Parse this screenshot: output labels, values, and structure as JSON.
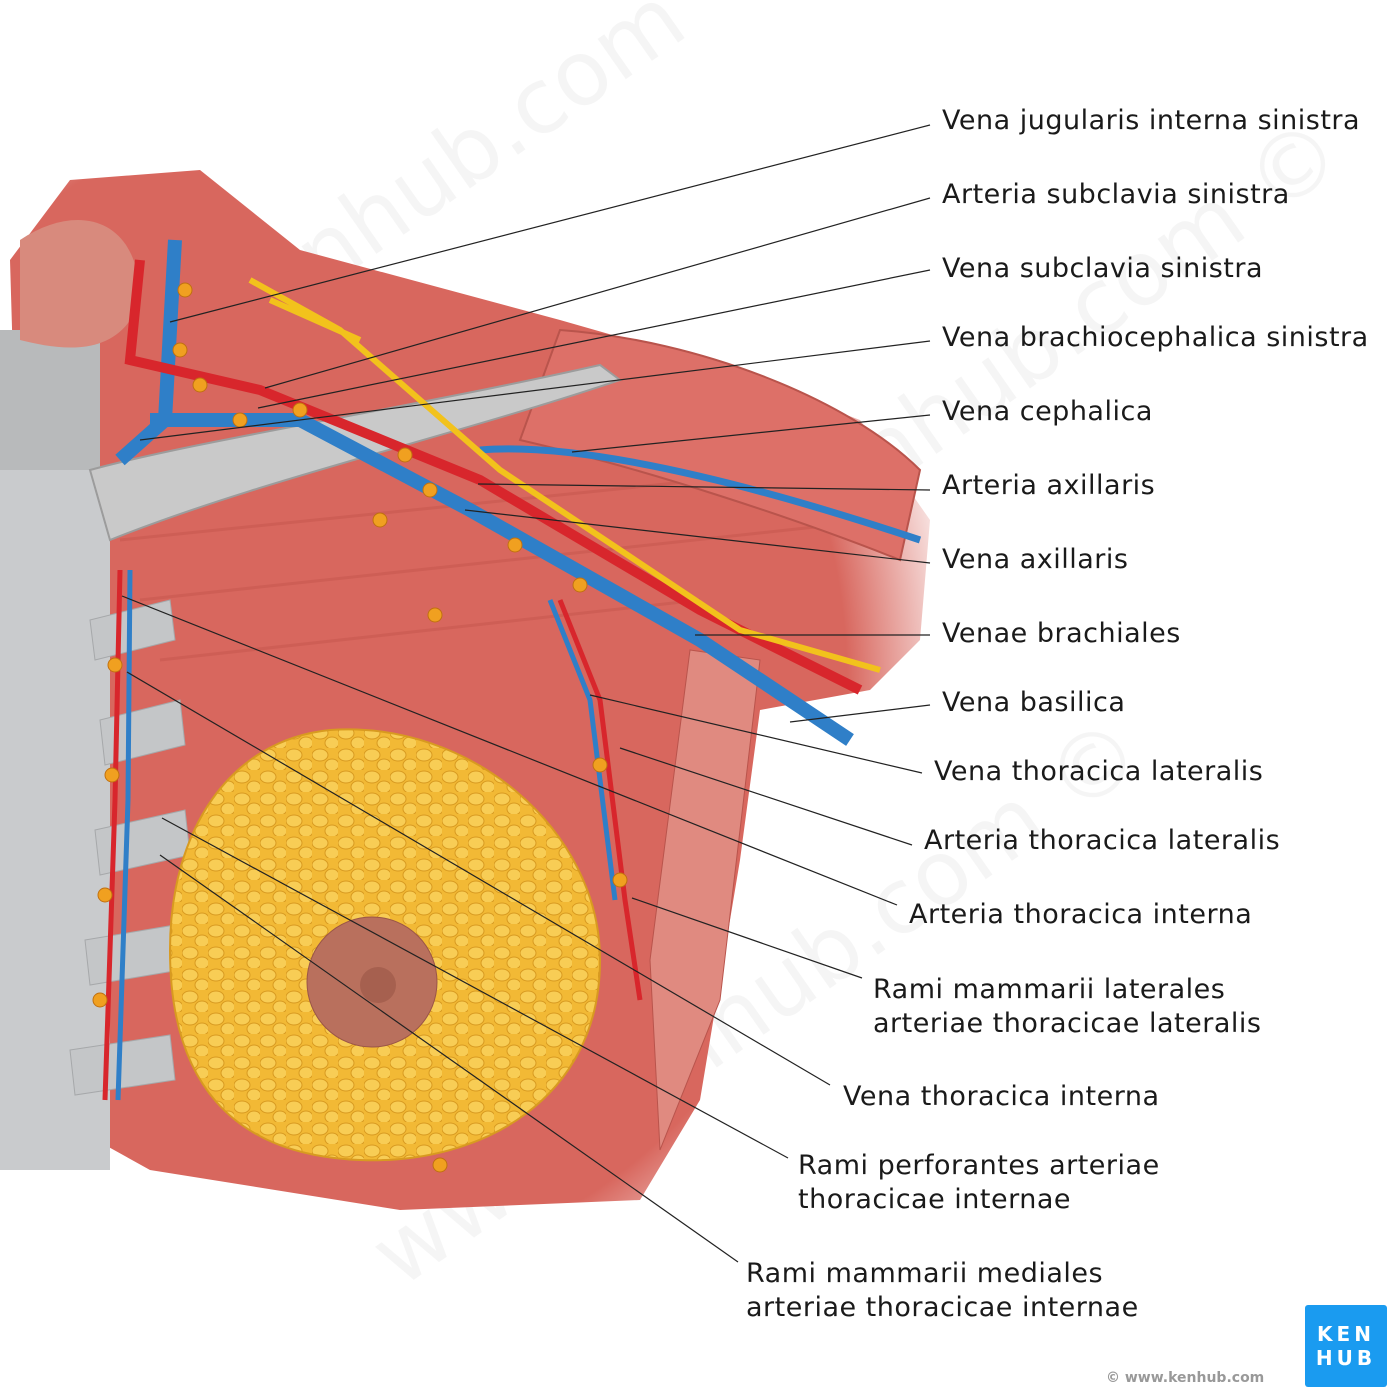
{
  "labels": [
    [
      "Vena jugularis interna sinistra"
    ],
    [
      "Arteria subclavia sinistra"
    ],
    [
      "Vena subclavia sinistra"
    ],
    [
      "Vena brachiocephalica sinistra"
    ],
    [
      "Vena cephalica"
    ],
    [
      "Arteria axillaris"
    ],
    [
      "Vena axillaris"
    ],
    [
      "Venae brachiales"
    ],
    [
      "Vena basilica"
    ],
    [
      "Vena thoracica lateralis"
    ],
    [
      "Arteria thoracica lateralis"
    ],
    [
      "Arteria thoracica interna"
    ],
    [
      "Rami mammarii laterales",
      "arteriae thoracicae lateralis"
    ],
    [
      "Vena thoracica interna"
    ],
    [
      "Rami perforantes arteriae",
      "thoracicae internae"
    ],
    [
      "Rami mammarii mediales",
      "arteriae thoracicae internae"
    ]
  ],
  "logo": {
    "line1": "KEN",
    "line2": "HUB"
  },
  "copyright": "© www.kenhub.com",
  "watermark": "www.kenhub.com ©",
  "colors": {
    "muscle": "#d8675e",
    "vein": "#2f7fc8",
    "artery": "#d8262c",
    "nerve": "#f2c21c",
    "fat": "#f2b935",
    "bone": "#c9cbcd",
    "brand": "#1a9bf0"
  }
}
